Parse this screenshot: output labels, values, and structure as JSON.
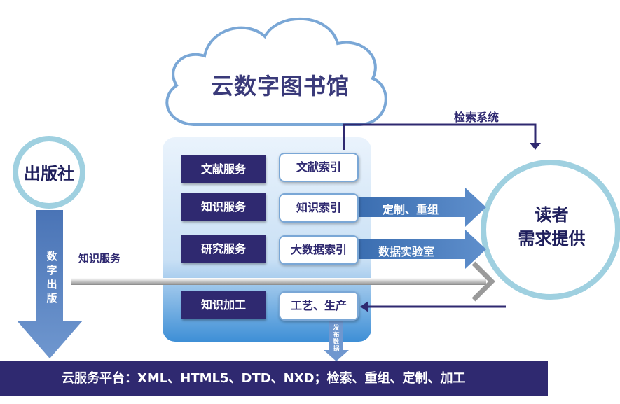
{
  "cloud": {
    "title": "云数字图书馆"
  },
  "publisher": {
    "label": "出版社",
    "flow_label": "数字出版"
  },
  "knowledge_link": {
    "label": "知识服务"
  },
  "retrieval": {
    "label": "检索系统"
  },
  "services": [
    {
      "service": "文献服务",
      "index": "文献索引",
      "output": ""
    },
    {
      "service": "知识服务",
      "index": "知识索引",
      "output": "定制、重组"
    },
    {
      "service": "研究服务",
      "index": "大数据索引",
      "output": "数据实验室"
    },
    {
      "service": "知识加工",
      "index": "工艺、生产",
      "output": ""
    }
  ],
  "publish": {
    "label": "发布数据"
  },
  "reader": {
    "line1": "读者",
    "line2": "需求提供"
  },
  "platform": {
    "label": "云服务平台：XML、HTML5、DTD、NXD；检索、重组、定制、加工"
  },
  "colors": {
    "navy": "#2f2970",
    "cloud_blue": "#7aa7d6",
    "light_blue": "#cfe3f6",
    "arrow_blue": "#4f7fc0",
    "circle_border": "#9fd0e0"
  }
}
